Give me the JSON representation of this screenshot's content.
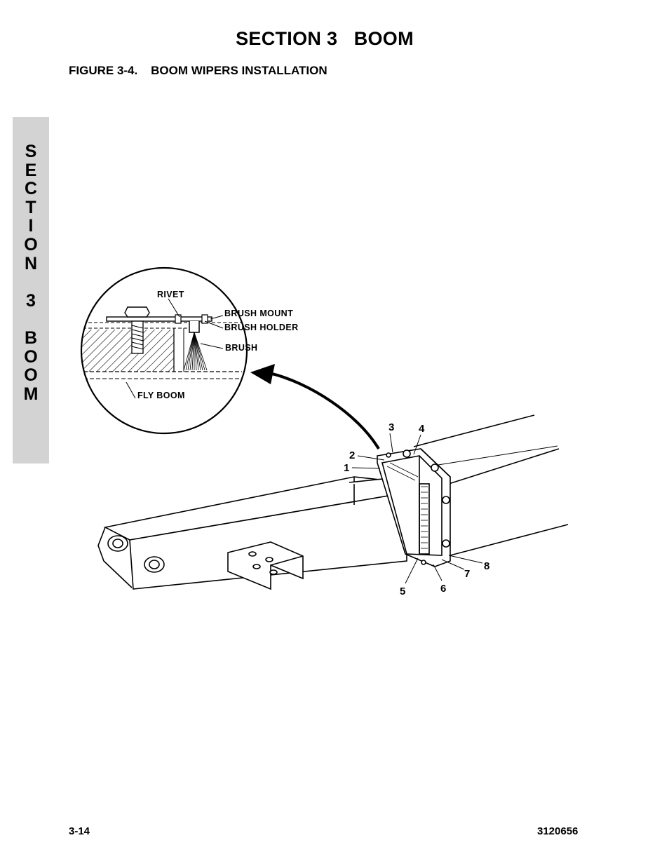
{
  "header": {
    "section_title": "SECTION 3   BOOM",
    "figure_title": "FIGURE 3-4.    BOOM WIPERS INSTALLATION"
  },
  "side_tab": {
    "letters": [
      "S",
      "E",
      "C",
      "T",
      "I",
      "O",
      "N",
      " ",
      "3",
      " ",
      "B",
      "O",
      "O",
      "M"
    ],
    "background_color": "#d3d3d3"
  },
  "illustration": {
    "detail_labels": {
      "rivet": "RIVET",
      "brush_mount": "BRUSH MOUNT",
      "brush_holder": "BRUSH HOLDER",
      "brush": "BRUSH",
      "fly_boom": "FLY BOOM"
    },
    "callouts": [
      "1",
      "2",
      "3",
      "4",
      "5",
      "6",
      "7",
      "8"
    ]
  },
  "footer": {
    "page_number": "3-14",
    "doc_number": "3120656"
  }
}
